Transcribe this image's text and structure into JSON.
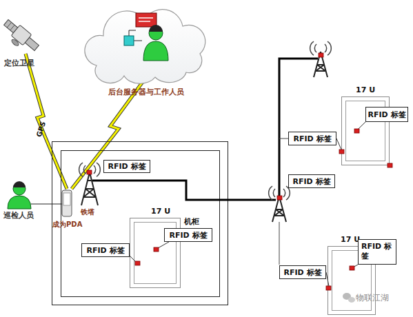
{
  "diagram": {
    "nodes": [
      {
        "text": [
          "RFID 标签"
        ]
      },
      {
        "text": [
          "17 U",
          "机柜"
        ]
      },
      {
        "text": [
          "RFID 标签"
        ]
      },
      {
        "text": [
          "RFID 标签"
        ]
      },
      {
        "text": [
          "RFID 标签"
        ]
      },
      {
        "text": [
          "17 U"
        ]
      },
      {
        "text": [
          "RFID 标签"
        ]
      },
      {
        "text": [
          "RFID 标签"
        ]
      },
      {
        "text": [
          "17 U"
        ]
      },
      {
        "text": [
          "RFID 标签"
        ]
      },
      {
        "text": [
          "RFID 标签"
        ]
      }
    ],
    "edges": [
      {
        "from": 2,
        "to": 1,
        "arrow": "none"
      },
      {
        "from": 3,
        "to": 1,
        "arrow": "none"
      },
      {
        "from": 6,
        "to": 5,
        "arrow": "none"
      },
      {
        "from": 7,
        "to": 5,
        "arrow": "none"
      },
      {
        "from": 9,
        "to": 8,
        "arrow": "none"
      },
      {
        "from": 10,
        "to": 8,
        "arrow": "none"
      }
    ],
    "labels": [
      "定位卫星",
      "GPS",
      "后台服务器与工作人员",
      "巡检人员",
      "成为PDA",
      "铁塔",
      "物联江湖"
    ]
  }
}
